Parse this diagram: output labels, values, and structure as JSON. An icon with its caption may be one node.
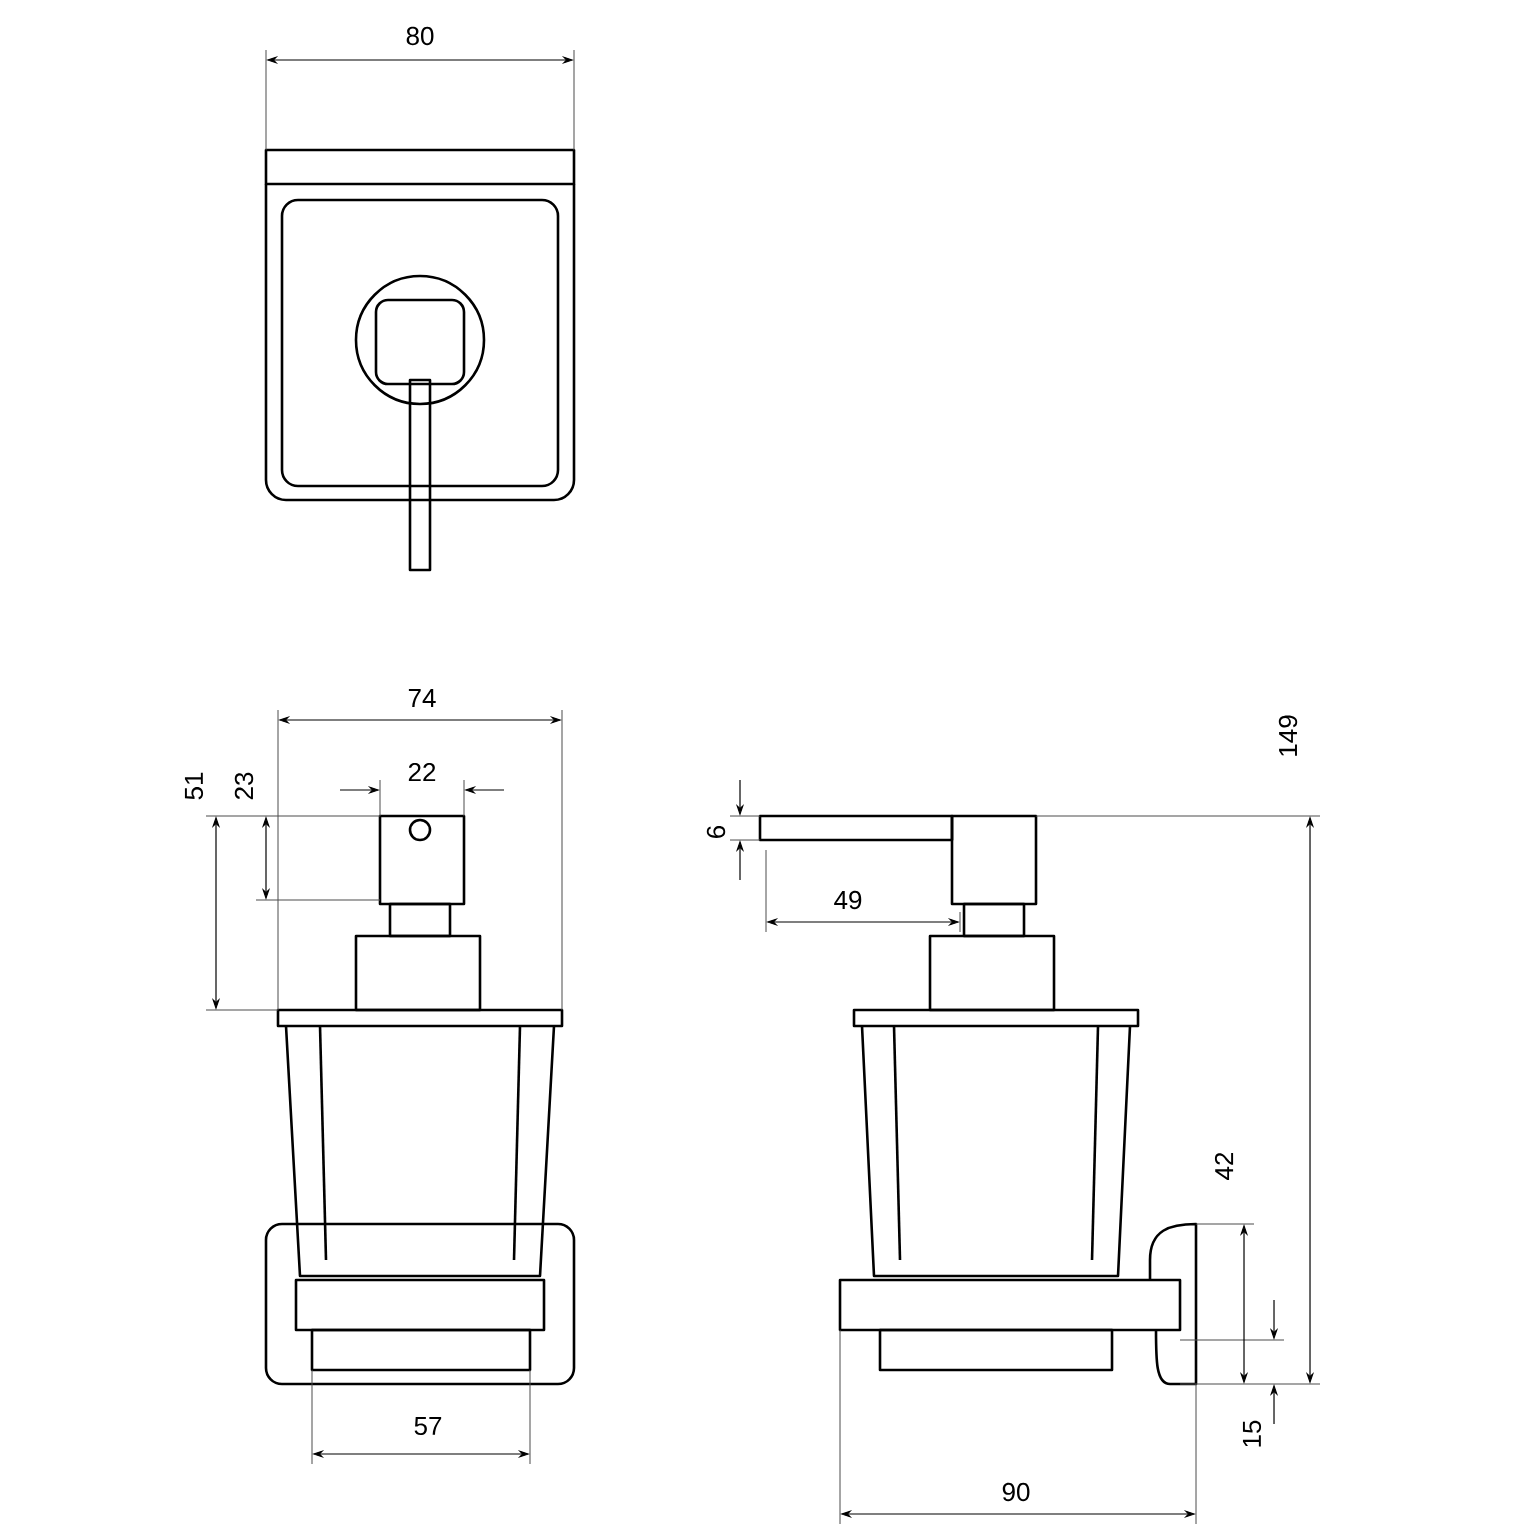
{
  "diagram": {
    "labels": [
      "80",
      "74",
      "51",
      "23",
      "22",
      "149",
      "6",
      "49",
      "42",
      "57",
      "15",
      "90"
    ]
  }
}
